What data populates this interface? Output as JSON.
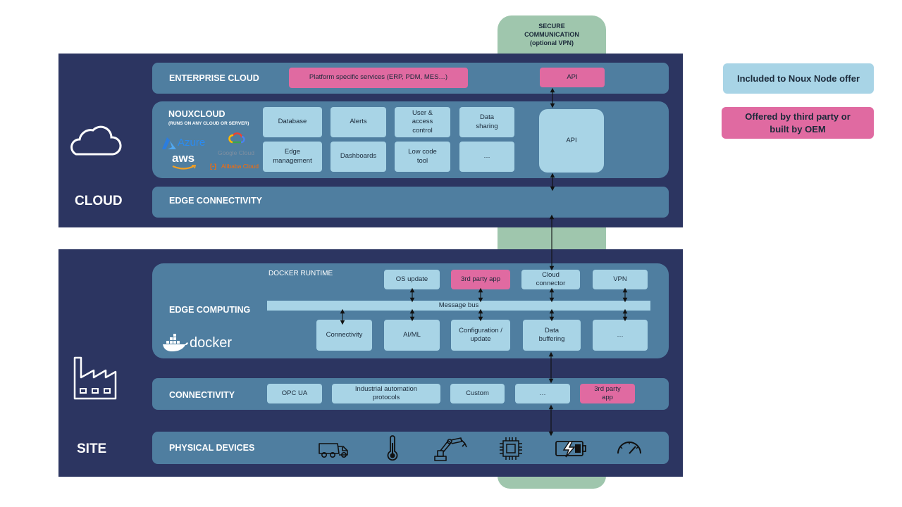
{
  "secure": {
    "line1": "SECURE",
    "line2": "COMMUNICATION",
    "line3": "(optional VPN)"
  },
  "cloud": {
    "label": "CLOUD",
    "enterprise": {
      "label": "ENTERPRISE CLOUD",
      "platform": "Platform specific services (ERP, PDM, MES…)",
      "api": "API"
    },
    "nouxcloud": {
      "title": "NOUXCLOUD",
      "subtitle": "(RUNS ON ANY CLOUD OR SERVER)",
      "providers": {
        "azure": "Azure",
        "aws": "aws",
        "google": "Google Cloud",
        "alibaba": "Alibaba Cloud"
      },
      "services": [
        "Database",
        "Alerts",
        "User & access control",
        "Data sharing",
        "Edge management",
        "Dashboards",
        "Low code tool",
        "…"
      ],
      "api": "API"
    },
    "edge_connectivity": "EDGE CONNECTIVITY"
  },
  "site": {
    "label": "SITE",
    "edge_computing": {
      "label": "EDGE COMPUTING",
      "docker_runtime": "DOCKER RUNTIME",
      "docker_logo": "docker",
      "top": [
        "OS update",
        "3rd party app",
        "Cloud connector",
        "VPN"
      ],
      "message_bus": "Message bus",
      "bottom": [
        "Connectivity",
        "AI/ML",
        "Configuration / update",
        "Data buffering",
        "…"
      ]
    },
    "connectivity": {
      "label": "CONNECTIVITY",
      "items": [
        "OPC UA",
        "Industrial automation protocols",
        "Custom",
        "…",
        "3rd party app"
      ]
    },
    "physical": {
      "label": "PHYSICAL DEVICES",
      "icons": [
        "truck-icon",
        "thermometer-icon",
        "robot-arm-icon",
        "chip-icon",
        "battery-icon",
        "gauge-icon"
      ]
    }
  },
  "legend": {
    "included": "Included to Noux Node offer",
    "third_party": "Offered by third party or built by OEM"
  },
  "colors": {
    "navy": "#2c3561",
    "band": "#4f7ea0",
    "light_blue": "#a8d4e6",
    "pink": "#e06aa1",
    "green": "#9fc6ad"
  }
}
